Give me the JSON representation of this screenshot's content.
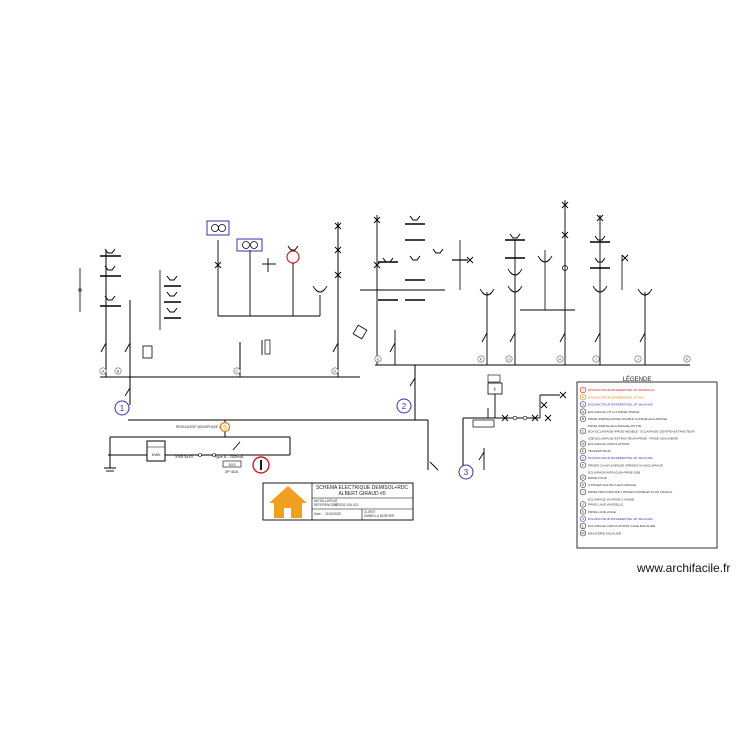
{
  "title_block": {
    "title_line1": "SCHEMA ELECTRIQUE DEMISOL+RDC",
    "title_line2": "ALBERT GIRAUD #0",
    "installer_label": "INSTALLATEUR",
    "ref_label": "REFERENCE N°",
    "ref_value": "GB 5201 026 103",
    "date_label": "Date :",
    "date_value": "21/03/2025",
    "owner_label": "CLIENT",
    "owner_value": "ISABELLA MORTIER"
  },
  "main": {
    "meter_label": "KWh",
    "cable_label": "XVB 3x10",
    "breaker_type": "Type A - /300mA",
    "breaker_rating": "3000",
    "breaker_spec": "2P 40A",
    "feed_note": "RESEAU/EDF MONOPHASÉ 230V"
  },
  "boards": [
    {
      "num": "1",
      "color": "#3333aa"
    },
    {
      "num": "2",
      "color": "#3333aa"
    },
    {
      "num": "3",
      "color": "#3333aa"
    }
  ],
  "legend": {
    "title": "LÉGENDE",
    "items": [
      {
        "sym": "I",
        "text": "DISJONCTEUR DIFFERENTIEL 2P 40A/300mA",
        "color": "#cc2222"
      },
      {
        "sym": "S",
        "text": "DISJONCTEUR DIFFERENTIEL 2P 40A",
        "color": "#dd7a00"
      },
      {
        "sym": "1",
        "text": "DISJONCTEUR DIFFERENTIEL 2P 30mA/40A",
        "color": "#3333aa"
      },
      {
        "sym": "A",
        "text": "ECLAIRAGE CH 3+3 PRISE SIMPLE",
        "color": "#333333"
      },
      {
        "sym": "B",
        "text": "PRISE SIMPLE+PRISE DOUBLE CUISINE+ECLAIRAGE",
        "color": "#333333"
      },
      {
        "sym": "",
        "text": "PRISE SIMPLE+ECLAIRAGE+HOTTE",
        "color": "#333333"
      },
      {
        "sym": "C",
        "text": "BOX ECLAIRAGE+PRISE MEUBLE - ECLAIRAGE CENTRE+EXTRACTEUR",
        "color": "#333333"
      },
      {
        "sym": "",
        "text": "SDB ECLAIRAGE+EXTRACTEUR+PRISE - PRISE CHAUDIERE",
        "color": "#333333"
      },
      {
        "sym": "D",
        "text": "ECLAIRAGE CIRCULATIONS",
        "color": "#333333"
      },
      {
        "sym": "E",
        "text": "TELERUPTEUR",
        "color": "#333333"
      },
      {
        "sym": "2",
        "text": "DISJONCTEUR DIFFERENTIEL 2P 30mA/40A",
        "color": "#3333aa"
      },
      {
        "sym": "F",
        "text": "PRISES CH+ECLAIRAGE 2PRISES CH+ECLAIRAGE",
        "color": "#333333"
      },
      {
        "sym": "",
        "text": "ECLAIRAGE APPLIQUE+PRISE SDB",
        "color": "#333333"
      },
      {
        "sym": "G",
        "text": "PRISE FOUR",
        "color": "#333333"
      },
      {
        "sym": "H",
        "text": "3 PRISES SALON H+ECLAIRAGE",
        "color": "#333333"
      },
      {
        "sym": "I",
        "text": "PRISE FRIGO/ROUPE 2 PRISES DOUBLES PLAN TRAVAIL",
        "color": "#333333"
      },
      {
        "sym": "",
        "text": "ECLAIRAGE SA PRISE CUISINE",
        "color": "#333333"
      },
      {
        "sym": "J",
        "text": "PRISE LAVE VAISSELLE",
        "color": "#333333"
      },
      {
        "sym": "K",
        "text": "PRISE LAVE LINGE",
        "color": "#333333"
      },
      {
        "sym": "3",
        "text": "DISJONCTEUR DIFFERENTIEL 2P 30mA/40A",
        "color": "#3333aa"
      },
      {
        "sym": "L",
        "text": "ECLAIRAGE CIRCULATIONS CAGE ESCALIER",
        "color": "#333333"
      },
      {
        "sym": "M",
        "text": "MINUTERIE ESCALIER",
        "color": "#333333"
      }
    ]
  },
  "circuit_letters": [
    "A",
    "B",
    "C",
    "D",
    "E",
    "F",
    "G",
    "H",
    "I",
    "J",
    "K"
  ],
  "watermark": "www.archifacile.fr"
}
